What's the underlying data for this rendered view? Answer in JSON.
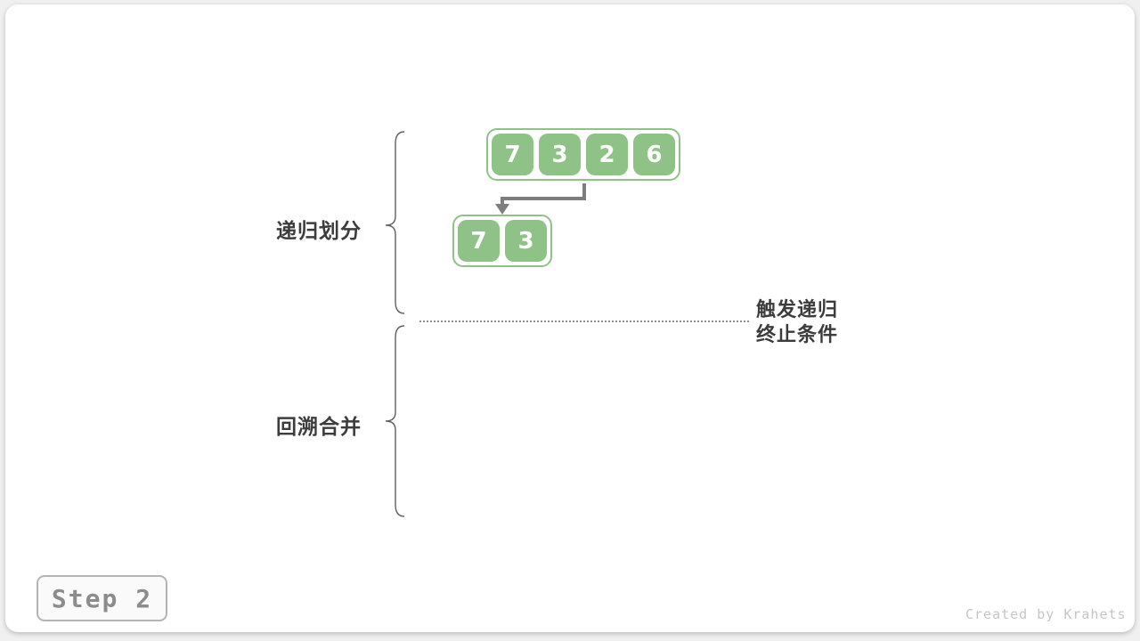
{
  "diagram": {
    "title_context": "merge sort recursion diagram",
    "labels": {
      "phase1": "递归划分",
      "phase2": "回溯合并",
      "annotation_line1": "触发递归",
      "annotation_line2": "终止条件"
    },
    "arrays": [
      {
        "name": "top-array",
        "values": [
          "7",
          "3",
          "2",
          "6"
        ]
      },
      {
        "name": "child-array",
        "values": [
          "7",
          "3"
        ]
      }
    ],
    "badge": {
      "label": "Step 2"
    },
    "watermark": {
      "text": "Created by Krahets"
    },
    "colors": {
      "green": "#8fc287",
      "arrow-gray": "#7e7e7e",
      "brace-gray": "#5f5f5f",
      "dot-gray": "#8f8f8f",
      "text-dark": "#3c3c3c",
      "muted": "#8c8c8c",
      "watermark": "#c6c6c6",
      "page-bg": "#f0f0f0"
    }
  }
}
